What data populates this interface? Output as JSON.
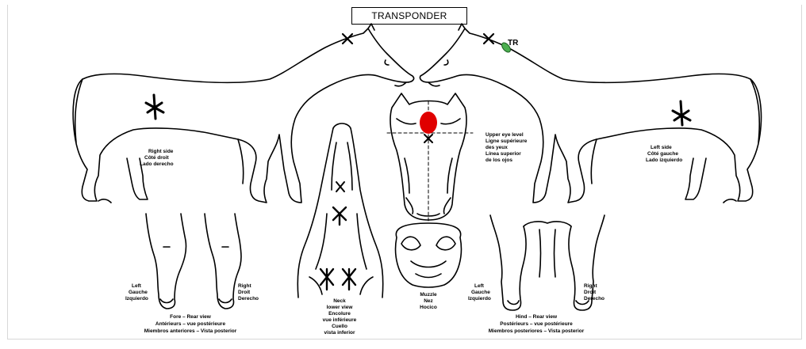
{
  "title": "TRANSPONDER",
  "transponder_mark": "TR",
  "colors": {
    "transponder": "#4caf50",
    "whorl": "#e00000",
    "line": "#000000"
  },
  "labels": {
    "right_side": [
      "Right side",
      "Côté droit",
      "Lado derecho"
    ],
    "left_side": [
      "Left side",
      "Côté gauche",
      "Lado izquierdo"
    ],
    "eye_level": [
      "Upper eye level",
      "Ligne supérieure",
      "des yeux",
      "Línea superior",
      "de los ojos"
    ],
    "fore_left": [
      "Left",
      "Gauche",
      "Izquierdo"
    ],
    "fore_right": [
      "Right",
      "Droit",
      "Derecho"
    ],
    "fore_caption": [
      "Fore – Rear view",
      "Antérieurs – vue postérieure",
      "Miembros anteriores – Vista posterior"
    ],
    "neck_caption": [
      "Neck",
      "lower view",
      "Encolure",
      "vue inférieure",
      "Cuello",
      "vista inferior"
    ],
    "muzzle_caption": [
      "Muzzle",
      "Nez",
      "Hocico"
    ],
    "hind_left": [
      "Left",
      "Gauche",
      "Izquierdo"
    ],
    "hind_right": [
      "Right",
      "Droit",
      "Derecho"
    ],
    "hind_caption": [
      "Hind – Rear view",
      "Postérieurs – vue postérieure",
      "Miembros posteriores – Vista posterior"
    ]
  }
}
